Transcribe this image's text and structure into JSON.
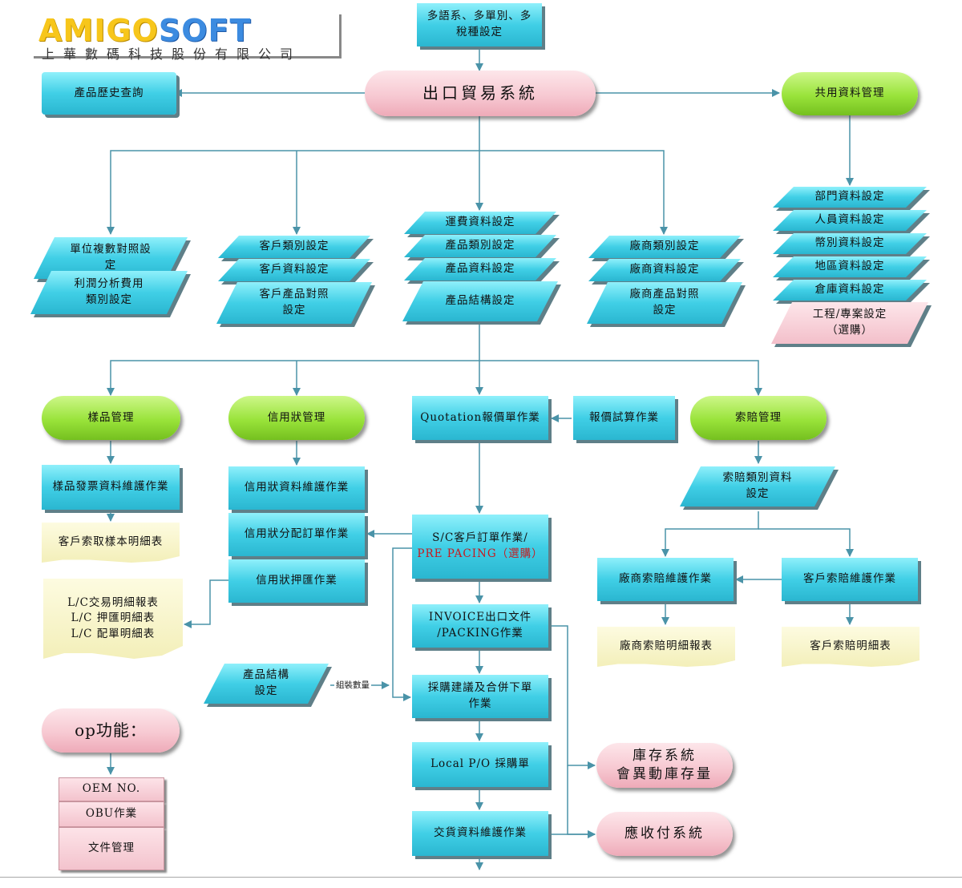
{
  "logo": {
    "brand_part1": "AMIGO",
    "brand_part2": "SOFT",
    "company": "上華數碼科技股份有限公司"
  },
  "nodes": {
    "multi": "多語系、多單別、多\n稅種設定",
    "main": "出口貿易系統",
    "history": "產品歷史查詢",
    "shared": "共用資料管理",
    "unit": "單位複數對照設\n定",
    "profit": "利潤分析費用\n類別設定",
    "cust_type": "客戶類別設定",
    "cust_data": "客戶資料設定",
    "cust_prod": "客戶產品對照\n設定",
    "freight": "運費資料設定",
    "prod_type": "產品類別設定",
    "prod_data": "產品資料設定",
    "prod_struct": "產品結構設定",
    "vend_type": "廠商類別設定",
    "vend_data": "廠商資料設定",
    "vend_prod": "廠商產品對照\n設定",
    "dept": "部門資料設定",
    "staff": "人員資料設定",
    "currency": "幣別資料設定",
    "region": "地區資料設定",
    "warehouse": "倉庫資料設定",
    "project": "工程/專案設定\n（選購）",
    "sample_mgmt": "樣品管理",
    "lc_mgmt": "信用狀管理",
    "quotation": "Quotation報價單作業",
    "quote_calc": "報價試算作業",
    "claim_mgmt": "索賠管理",
    "sample_invoice": "樣品發票資料維護作業",
    "sample_detail": "客戶索取樣本明細表",
    "lc_maint": "信用狀資料維護作業",
    "lc_alloc": "信用狀分配訂單作業",
    "lc_nego": "信用狀押匯作業",
    "lc_reports": "L/C交易明細報表\nL/C 押匯明細表\nL/C 配單明細表",
    "sc_order_line1": "S/C客戶訂單作業/",
    "sc_order_line2": "PRE PACING（選購）",
    "invoice": "INVOICE出口文件\n/PACKING作業",
    "purchase": "採購建議及合併下單\n作業",
    "local_po": "Local P/O 採購單",
    "delivery": "交貨資料維護作業",
    "claim_type": "索賠類別資料\n設定",
    "vend_claim": "廠商索賠維護作業",
    "cust_claim": "客戶索賠維護作業",
    "vend_claim_rpt": "廠商索賠明細報表",
    "cust_claim_rpt": "客戶索賠明細表",
    "prod_struct2": "產品結構\n設定",
    "qty_label": "組裝數量",
    "inventory": "庫存系統\n會異動庫存量",
    "ar_ap": "應收付系統",
    "op_title": "op功能：",
    "oem": "OEM NO.",
    "obu": "OBU作業",
    "doc_mgmt": "文件管理"
  },
  "colors": {
    "connector": "#4a93a8",
    "process": "#40cfe6",
    "pink": "#f7c9d2",
    "green": "#99e33a",
    "document": "#f3efb9",
    "highlight": "#c8191e"
  }
}
